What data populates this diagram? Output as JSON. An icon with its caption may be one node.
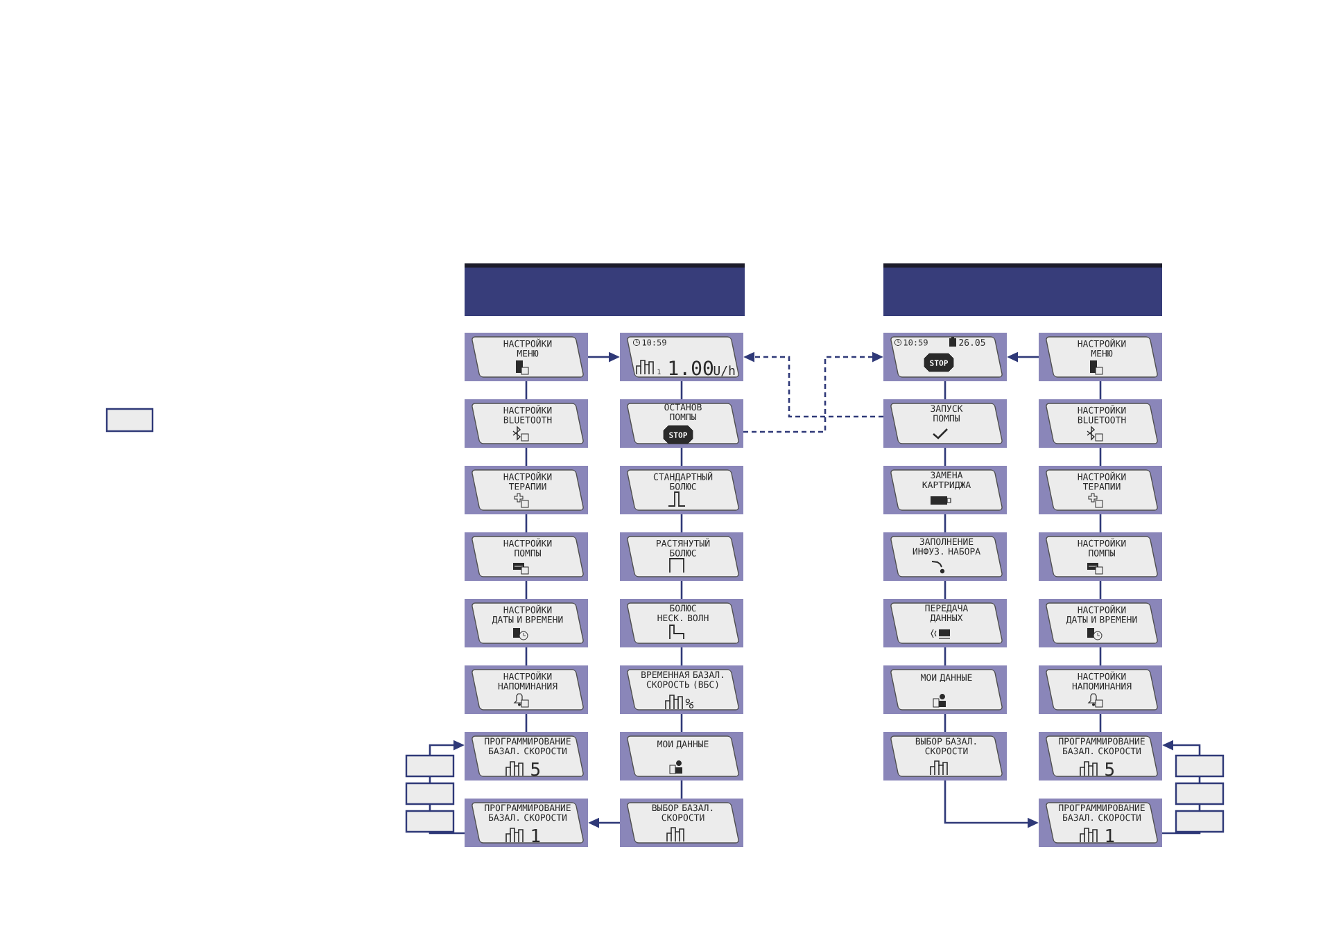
{
  "diagram": {
    "nodes": [
      {
        "text": [
          "НАСТРОЙКИ МЕНЮ"
        ]
      },
      {
        "text": [
          "НАСТРОЙКИ BLUETOOTH"
        ]
      },
      {
        "text": [
          "НАСТРОЙКИ ТЕРАПИИ"
        ]
      },
      {
        "text": [
          "НАСТРОЙКИ ПОМПЫ"
        ]
      },
      {
        "text": [
          "НАСТРОЙКИ ДАТЫ И ВРЕМЕНИ"
        ]
      },
      {
        "text": [
          "НАСТРОЙКИ НАПОМИНАНИЯ"
        ]
      },
      {
        "text": [
          "ПРОГРАММИРОВАНИЕ БАЗАЛ. СКОРОСТИ",
          "5"
        ]
      },
      {
        "text": [
          "ПРОГРАММИРОВАНИЕ БАЗАЛ. СКОРОСТИ",
          "1"
        ]
      },
      {
        "text": [
          "10:59",
          "1",
          "1.00",
          "U/h"
        ]
      },
      {
        "text": [
          "ОСТАНОВ ПОМПЫ",
          "STOP"
        ]
      },
      {
        "text": [
          "СТАНДАРТНЫЙ БОЛЮС"
        ]
      },
      {
        "text": [
          "РАСТЯНУТЫЙ БОЛЮС"
        ]
      },
      {
        "text": [
          "БОЛЮС НЕСК. ВОЛН"
        ]
      },
      {
        "text": [
          "ВРЕМЕННАЯ БАЗАЛ. СКОРОСТЬ (ВБС)",
          "%"
        ]
      },
      {
        "text": [
          "МОИ ДАННЫЕ"
        ]
      },
      {
        "text": [
          "ВЫБОР БАЗАЛ. СКОРОСТИ"
        ]
      },
      {
        "text": [
          "10:59",
          "26.05",
          "STOP"
        ]
      },
      {
        "text": [
          "ЗАПУСК ПОМПЫ"
        ]
      },
      {
        "text": [
          "ЗАМЕНА КАРТРИДЖА"
        ]
      },
      {
        "text": [
          "ЗАПОЛНЕНИЕ ИНФУЗ. НАБОРА"
        ]
      },
      {
        "text": [
          "ПЕРЕДАЧА ДАННЫХ"
        ]
      },
      {
        "text": [
          "МОИ ДАННЫЕ"
        ]
      },
      {
        "text": [
          "ВЫБОР БАЗАЛ. СКОРОСТИ"
        ]
      },
      {
        "text": [
          "НАСТРОЙКИ МЕНЮ"
        ]
      },
      {
        "text": [
          "НАСТРОЙКИ BLUETOOTH"
        ]
      },
      {
        "text": [
          "НАСТРОЙКИ ТЕРАПИИ"
        ]
      },
      {
        "text": [
          "НАСТРОЙКИ ПОМПЫ"
        ]
      },
      {
        "text": [
          "НАСТРОЙКИ ДАТЫ И ВРЕМЕНИ"
        ]
      },
      {
        "text": [
          "НАСТРОЙКИ НАПОМИНАНИЯ"
        ]
      },
      {
        "text": [
          "ПРОГРАММИРОВАНИЕ БАЗАЛ. СКОРОСТИ",
          "5"
        ]
      },
      {
        "text": [
          "ПРОГРАММИРОВАНИЕ БАЗАЛ. СКОРОСТИ",
          "1"
        ]
      },
      {
        "text": [],
        "shape": "box"
      },
      {
        "text": [],
        "shape": "box"
      },
      {
        "text": [],
        "shape": "box"
      },
      {
        "text": [],
        "shape": "box"
      },
      {
        "text": [],
        "shape": "box"
      },
      {
        "text": [],
        "shape": "box"
      },
      {
        "text": [],
        "shape": "box"
      }
    ],
    "edges": [
      {
        "from": 0,
        "to": 1,
        "arrow": "none"
      },
      {
        "from": 1,
        "to": 2,
        "arrow": "none"
      },
      {
        "from": 2,
        "to": 3,
        "arrow": "none"
      },
      {
        "from": 3,
        "to": 4,
        "arrow": "none"
      },
      {
        "from": 4,
        "to": 5,
        "arrow": "none"
      },
      {
        "from": 5,
        "to": 6,
        "arrow": "none"
      },
      {
        "from": 0,
        "to": 8,
        "arrow": "to"
      },
      {
        "from": 8,
        "to": 9,
        "arrow": "none"
      },
      {
        "from": 9,
        "to": 10,
        "arrow": "none"
      },
      {
        "from": 10,
        "to": 11,
        "arrow": "none"
      },
      {
        "from": 11,
        "to": 12,
        "arrow": "none"
      },
      {
        "from": 12,
        "to": 13,
        "arrow": "none"
      },
      {
        "from": 13,
        "to": 14,
        "arrow": "none"
      },
      {
        "from": 14,
        "to": 15,
        "arrow": "none"
      },
      {
        "from": 15,
        "to": 7,
        "arrow": "to"
      },
      {
        "from": 7,
        "to": 34,
        "arrow": "none"
      },
      {
        "from": 34,
        "to": 33,
        "arrow": "none"
      },
      {
        "from": 33,
        "to": 32,
        "arrow": "none"
      },
      {
        "from": 32,
        "to": 6,
        "arrow": "to"
      },
      {
        "from": 9,
        "to": 16,
        "arrow": "to",
        "style": "dashed"
      },
      {
        "from": 17,
        "to": 8,
        "arrow": "to",
        "style": "dashed"
      },
      {
        "from": 23,
        "to": 16,
        "arrow": "to"
      },
      {
        "from": 16,
        "to": 17,
        "arrow": "none"
      },
      {
        "from": 17,
        "to": 18,
        "arrow": "none"
      },
      {
        "from": 18,
        "to": 19,
        "arrow": "none"
      },
      {
        "from": 19,
        "to": 20,
        "arrow": "none"
      },
      {
        "from": 20,
        "to": 21,
        "arrow": "none"
      },
      {
        "from": 21,
        "to": 22,
        "arrow": "none"
      },
      {
        "from": 22,
        "to": 30,
        "arrow": "to"
      },
      {
        "from": 23,
        "to": 24,
        "arrow": "none"
      },
      {
        "from": 24,
        "to": 25,
        "arrow": "none"
      },
      {
        "from": 25,
        "to": 26,
        "arrow": "none"
      },
      {
        "from": 26,
        "to": 27,
        "arrow": "none"
      },
      {
        "from": 27,
        "to": 28,
        "arrow": "none"
      },
      {
        "from": 28,
        "to": 29,
        "arrow": "none"
      },
      {
        "from": 30,
        "to": 37,
        "arrow": "none"
      },
      {
        "from": 37,
        "to": 36,
        "arrow": "none"
      },
      {
        "from": 36,
        "to": 35,
        "arrow": "none"
      },
      {
        "from": 35,
        "to": 29,
        "arrow": "to"
      }
    ]
  }
}
